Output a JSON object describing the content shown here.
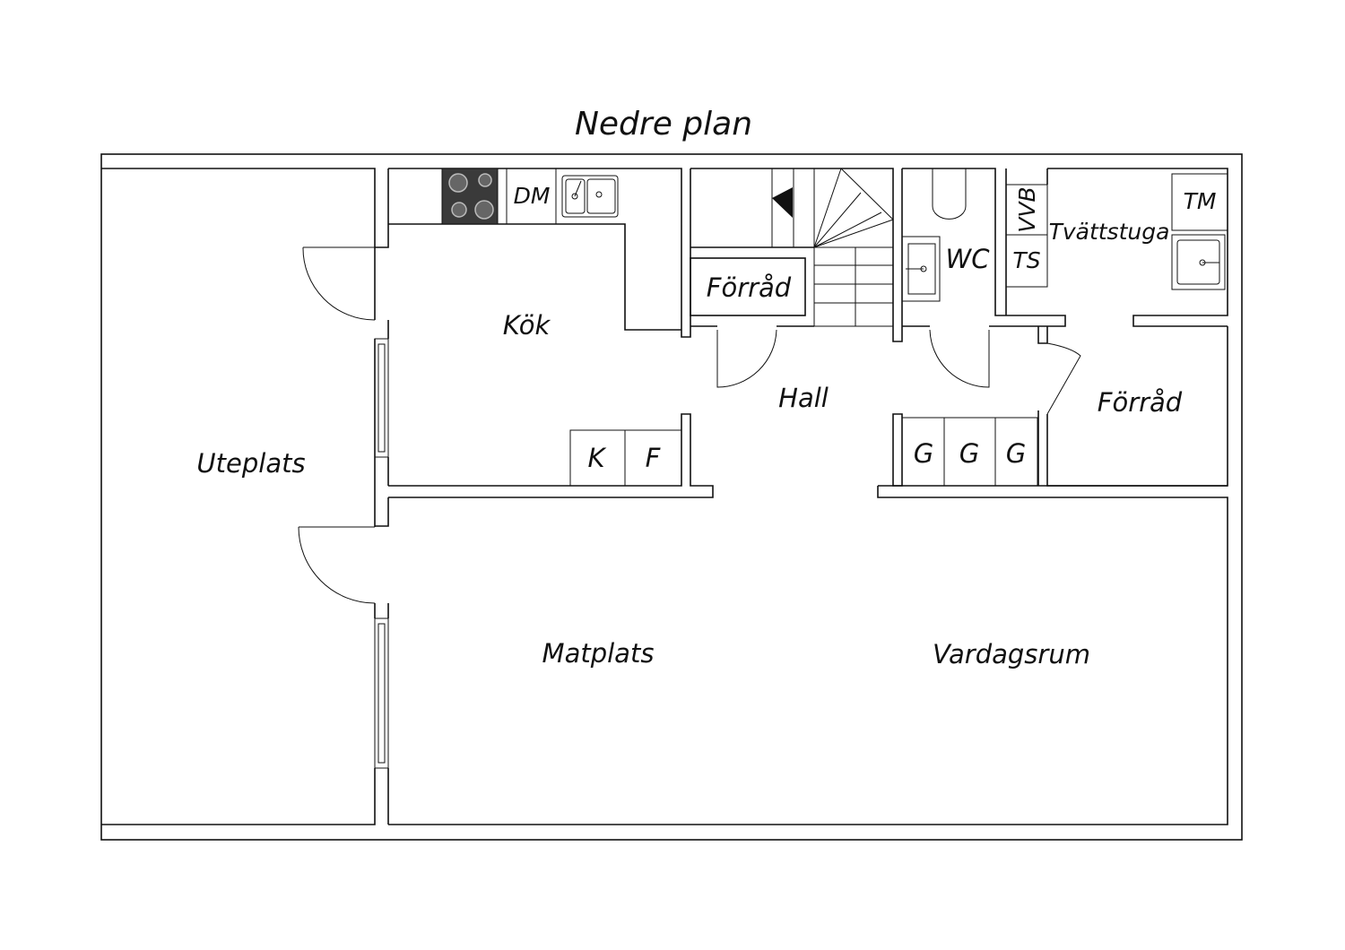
{
  "title": "Nedre plan",
  "rooms": {
    "uteplats": "Uteplats",
    "kok": "Kök",
    "hall": "Hall",
    "forrad_small": "Förråd",
    "wc": "WC",
    "tvattstuga": "Tvättstuga",
    "forrad_right": "Förråd",
    "matplats": "Matplats",
    "vardagsrum": "Vardagsrum"
  },
  "fixtures": {
    "dm": "DM",
    "k": "K",
    "f": "F",
    "vvb": "VVB",
    "ts": "TS",
    "tm": "TM",
    "g": [
      "G",
      "G",
      "G"
    ]
  },
  "colors": {
    "line": "#111111",
    "stove": "#3a3a3a"
  }
}
